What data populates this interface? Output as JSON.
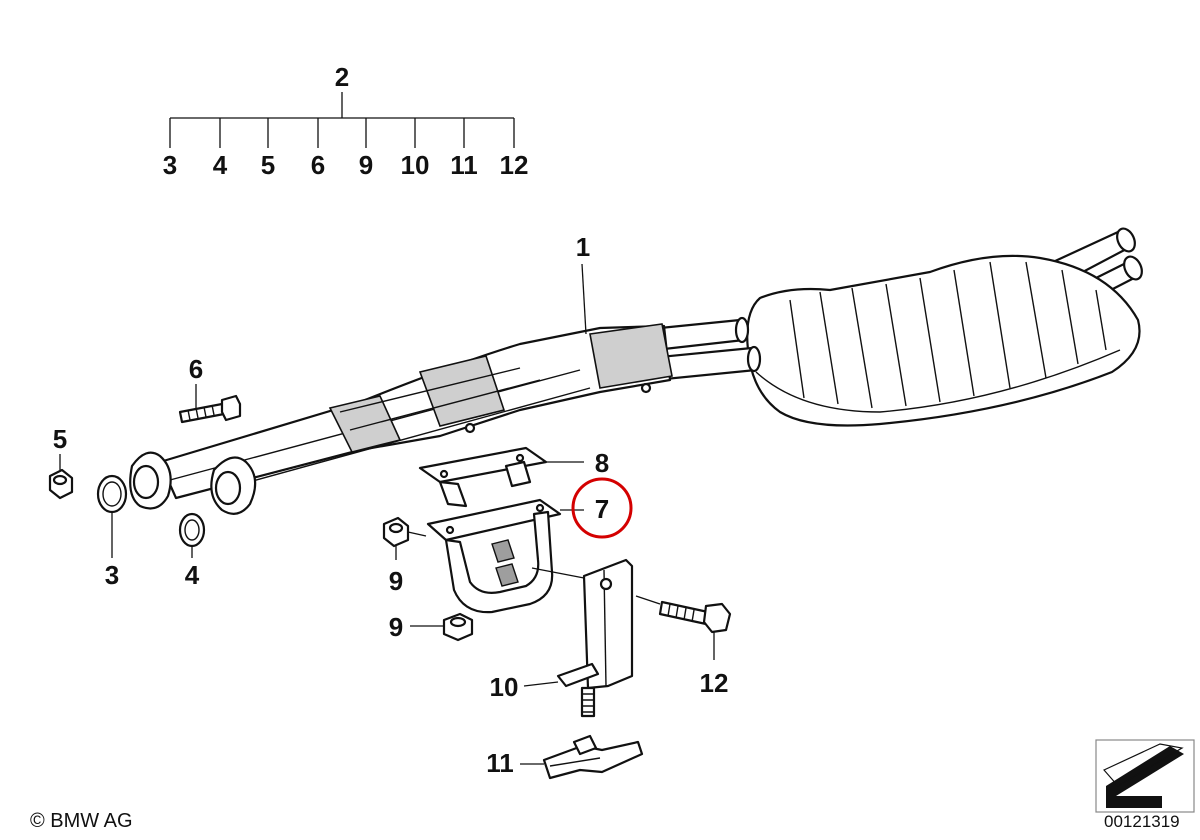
{
  "header_group": {
    "parent": "2",
    "children": [
      "3",
      "4",
      "5",
      "6",
      "9",
      "10",
      "11",
      "12"
    ]
  },
  "callouts": {
    "c1": "1",
    "c3": "3",
    "c4": "4",
    "c5": "5",
    "c6": "6",
    "c7": "7",
    "c8": "8",
    "c9a": "9",
    "c9b": "9",
    "c10": "10",
    "c11": "11",
    "c12": "12"
  },
  "highlight": {
    "callout": "7",
    "color": "#d40000"
  },
  "footer": {
    "copyright": "© BMW AG",
    "diagram_id": "00121319"
  }
}
